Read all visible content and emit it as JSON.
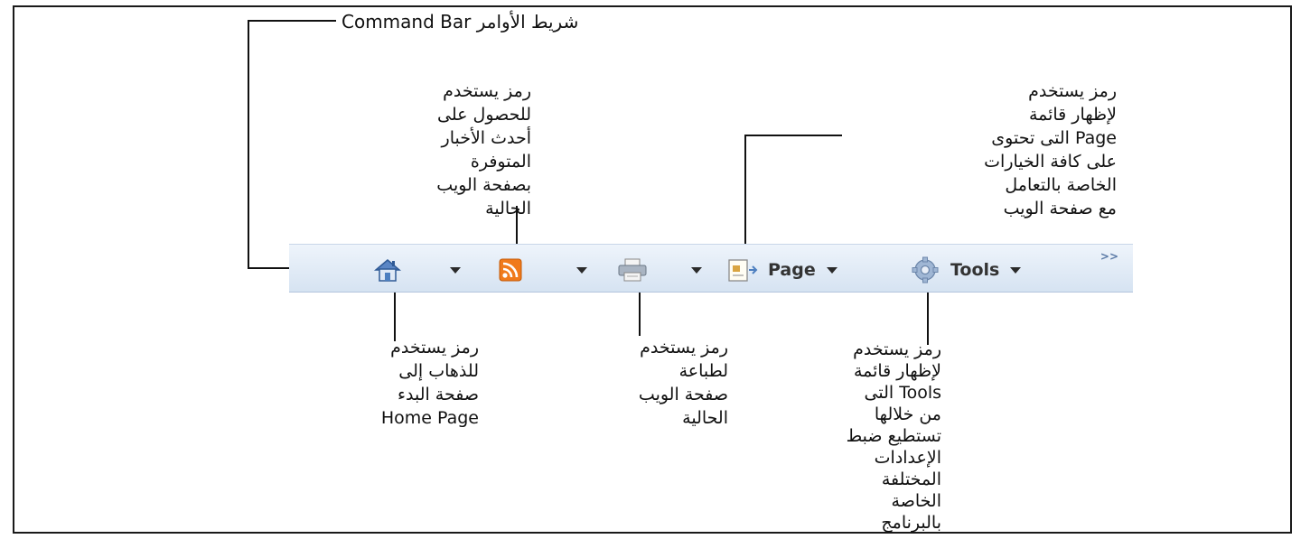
{
  "title": "شريط الأوامر Command Bar",
  "toolbar": {
    "page_label": "Page",
    "tools_label": "Tools",
    "overflow_label": ">>",
    "icons": [
      "home-icon",
      "rss-feed-icon",
      "print-icon",
      "page-icon",
      "tools-gear-icon"
    ],
    "colors": {
      "bar": "#dde8f5",
      "rss": "#f07a1b",
      "home": "#4d7fc0"
    }
  },
  "annotations": {
    "rss": [
      "رمز يستخدم",
      "للحصول على",
      "أحدث الأخبار",
      "المتوفرة",
      "بصفحة الويب",
      "الحالية"
    ],
    "page": [
      "رمز يستخدم",
      "لإظهار قائمة",
      "Page التى تحتوى",
      "على كافة الخيارات",
      "الخاصة بالتعامل",
      "مع صفحة الويب"
    ],
    "home": [
      "رمز يستخدم",
      "للذهاب إلى",
      "صفحة البدء",
      "Home Page"
    ],
    "print": [
      "رمز يستخدم",
      "لطباعة",
      "صفحة الويب",
      "الحالية"
    ],
    "tools": [
      "رمز يستخدم",
      "لإظهار قائمة",
      "Tools التى",
      "من خلالها",
      "تستطيع ضبط",
      "الإعدادات",
      "المختلفة",
      "الخاصة",
      "بالبرنامج"
    ]
  }
}
